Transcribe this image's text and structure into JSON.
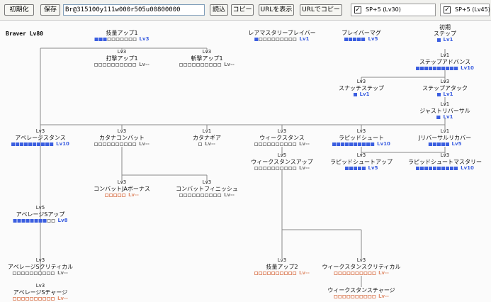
{
  "toolbar": {
    "init_label": "初期化",
    "save_label": "保存",
    "code_value": "Br@315100y111w000r505u00800000",
    "load_label": "読込",
    "copy_label": "コピー",
    "url_show_label": "URLを表示",
    "url_copy_label": "URLでコピー",
    "sp_lv30_label": "SP+5 (Lv30)",
    "sp_lv45_label": "SP+5 (Lv45)",
    "check_mark": "✓"
  },
  "tree_title": "Braver Lv80",
  "colors": {
    "learned": "#3b5ee0",
    "unlearned_gray": "#8c8c8c",
    "unlearned_orange": "#e09070",
    "line": "#8a8a8a"
  },
  "skills": [
    {
      "id": "gikou1",
      "name": "技量アップ1",
      "req": "",
      "filled": 3,
      "total": 10,
      "lv": "Lv3",
      "state": "learned"
    },
    {
      "id": "dageki1",
      "name": "打撃アップ1",
      "req": "Lv3",
      "filled": 0,
      "total": 10,
      "lv": "Lv--",
      "state": "gray"
    },
    {
      "id": "zangeki1",
      "name": "斬撃アップ1",
      "req": "Lv3",
      "filled": 0,
      "total": 10,
      "lv": "Lv--",
      "state": "gray"
    },
    {
      "id": "raremastery",
      "name": "レアマスタリーブレイバー",
      "req": "",
      "filled": 1,
      "total": 10,
      "lv": "Lv1",
      "state": "learned"
    },
    {
      "id": "braveramag",
      "name": "ブレイバーマグ",
      "req": "",
      "filled": 5,
      "total": 5,
      "lv": "Lv5",
      "state": "learned"
    },
    {
      "id": "initstep",
      "name": "初期\nステップ",
      "req": "",
      "filled": 1,
      "total": 1,
      "lv": "Lv1",
      "state": "learned"
    },
    {
      "id": "stepadv",
      "name": "ステップアドバンス",
      "req": "Lv1",
      "filled": 10,
      "total": 10,
      "lv": "Lv10",
      "state": "learned"
    },
    {
      "id": "snatchstep",
      "name": "スナッチステップ",
      "req": "Lv3",
      "filled": 1,
      "total": 1,
      "lv": "Lv1",
      "state": "learned"
    },
    {
      "id": "stepattack",
      "name": "ステップアタック",
      "req": "Lv3",
      "filled": 1,
      "total": 1,
      "lv": "Lv1",
      "state": "learned"
    },
    {
      "id": "justreversal",
      "name": "ジャストリバーサル",
      "req": "Lv1",
      "filled": 1,
      "total": 1,
      "lv": "Lv1",
      "state": "learned"
    },
    {
      "id": "averagestance",
      "name": "アベレージスタンス",
      "req": "Lv3",
      "filled": 10,
      "total": 10,
      "lv": "Lv10",
      "state": "learned"
    },
    {
      "id": "katanacombat",
      "name": "カタナコンバット",
      "req": "Lv3",
      "filled": 0,
      "total": 10,
      "lv": "Lv--",
      "state": "gray"
    },
    {
      "id": "katanagear",
      "name": "カタナギア",
      "req": "Lv1",
      "filled": 0,
      "total": 1,
      "lv": "Lv--",
      "state": "gray"
    },
    {
      "id": "weakstance",
      "name": "ウィークスタンス",
      "req": "Lv3",
      "filled": 0,
      "total": 10,
      "lv": "Lv--",
      "state": "gray"
    },
    {
      "id": "rapidshoot",
      "name": "ラピッドシュート",
      "req": "Lv3",
      "filled": 10,
      "total": 10,
      "lv": "Lv10",
      "state": "learned"
    },
    {
      "id": "jreversalrecover",
      "name": "Jリバーサルリカバー",
      "req": "Lv1",
      "filled": 5,
      "total": 5,
      "lv": "Lv5",
      "state": "learned"
    },
    {
      "id": "weakstanceup",
      "name": "ウィークスタンスアップ",
      "req": "Lv5",
      "filled": 0,
      "total": 10,
      "lv": "Lv--",
      "state": "gray"
    },
    {
      "id": "rapidshootup",
      "name": "ラピッドシュートアップ",
      "req": "Lv3",
      "filled": 5,
      "total": 5,
      "lv": "Lv5",
      "state": "learned"
    },
    {
      "id": "rapidshootmastery",
      "name": "ラピッドシュートマスタリー",
      "req": "Lv3",
      "filled": 10,
      "total": 10,
      "lv": "Lv10",
      "state": "learned"
    },
    {
      "id": "combatjabonus",
      "name": "コンバットJAボーナス",
      "req": "Lv3",
      "filled": 0,
      "total": 5,
      "lv": "Lv--",
      "state": "orange"
    },
    {
      "id": "combatfinish",
      "name": "コンバットフィニッシュ",
      "req": "Lv3",
      "filled": 0,
      "total": 10,
      "lv": "Lv--",
      "state": "gray"
    },
    {
      "id": "averagesup",
      "name": "アベレージSアップ",
      "req": "Lv5",
      "filled": 8,
      "total": 10,
      "lv": "Lv8",
      "state": "learned"
    },
    {
      "id": "averagescrit",
      "name": "アベレージSクリティカル",
      "req": "Lv3",
      "filled": 0,
      "total": 10,
      "lv": "Lv--",
      "state": "gray"
    },
    {
      "id": "gikou2",
      "name": "技量アップ2",
      "req": "Lv3",
      "filled": 0,
      "total": 10,
      "lv": "Lv--",
      "state": "orange"
    },
    {
      "id": "weakstancecrit",
      "name": "ウィークスタンスクリティカル",
      "req": "Lv3",
      "filled": 0,
      "total": 10,
      "lv": "Lv--",
      "state": "orange"
    },
    {
      "id": "averagescharge",
      "name": "アベレージSチャージ",
      "req": "Lv3",
      "filled": 0,
      "total": 10,
      "lv": "Lv--",
      "state": "orange"
    },
    {
      "id": "weakstancecharge",
      "name": "ウィークスタンスチャージ",
      "req": "",
      "filled": 0,
      "total": 10,
      "lv": "Lv--",
      "state": "orange"
    }
  ]
}
